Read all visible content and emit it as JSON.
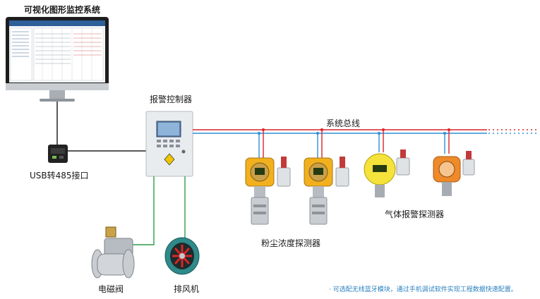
{
  "labels": {
    "monitor_system": "可视化图形监控系统",
    "controller": "报警控制器",
    "bus": "系统总线",
    "usb_interface": "USB转485接口",
    "dust_detector": "粉尘浓度探测器",
    "gas_detector": "气体报警探测器",
    "solenoid_valve": "电磁阀",
    "exhaust_fan": "排风机"
  },
  "note": "· 可选配无线蓝牙模块，通过手机调试软件实现工程数据快速配置。",
  "colors": {
    "bus_red": "#d9252a",
    "bus_blue": "#2f8fd6",
    "link_green": "#2f9c4a",
    "link_black": "#222222",
    "note_blue": "#2a7fc0"
  }
}
